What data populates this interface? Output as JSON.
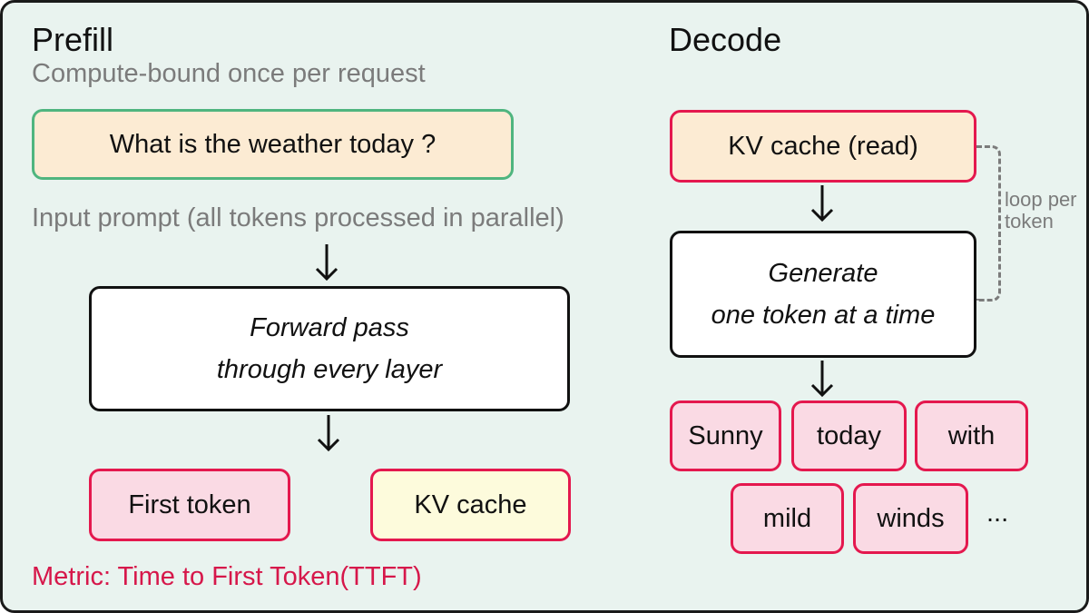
{
  "prefill": {
    "title": "Prefill",
    "subtitle": "Compute-bound once per request",
    "prompt_box": "What is the weather today ?",
    "prompt_caption": "Input prompt (all tokens processed in parallel)",
    "forward_line1": "Forward pass",
    "forward_line2": "through every layer",
    "first_token": "First token",
    "kv_cache": "KV cache",
    "metric": "Metric: Time to First Token(TTFT)"
  },
  "decode": {
    "title": "Decode",
    "kv_read": "KV cache (read)",
    "generate_line1": "Generate",
    "generate_line2": "one token at a time",
    "loop_label": "loop per token",
    "tokens": [
      "Sunny",
      "today",
      "with",
      "mild",
      "winds"
    ],
    "ellipsis": "..."
  },
  "colors": {
    "red_border": "#e4184e",
    "green_border": "#4fb57f",
    "peach_fill": "#fcebd3",
    "pink_fill": "#fadae4",
    "yellow_fill": "#fdfbdc",
    "panel_bg": "#e9f3ef",
    "metric_text": "#d6174a"
  }
}
